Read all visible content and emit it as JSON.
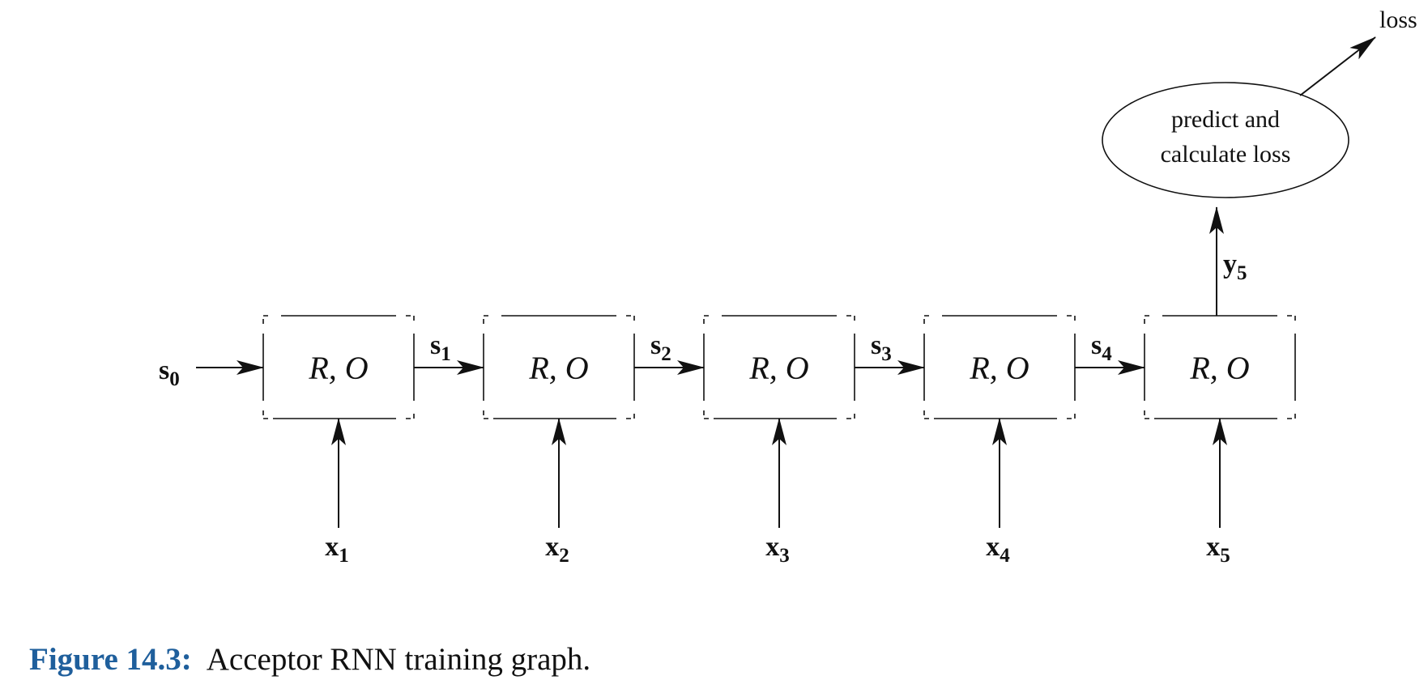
{
  "diagram": {
    "initial_state": {
      "main": "s",
      "sub": "0"
    },
    "cells": [
      {
        "label": "R, O",
        "input": {
          "main": "x",
          "sub": "1"
        },
        "state_out": {
          "main": "s",
          "sub": "1"
        }
      },
      {
        "label": "R, O",
        "input": {
          "main": "x",
          "sub": "2"
        },
        "state_out": {
          "main": "s",
          "sub": "2"
        }
      },
      {
        "label": "R, O",
        "input": {
          "main": "x",
          "sub": "3"
        },
        "state_out": {
          "main": "s",
          "sub": "3"
        }
      },
      {
        "label": "R, O",
        "input": {
          "main": "x",
          "sub": "4"
        },
        "state_out": {
          "main": "s",
          "sub": "4"
        }
      },
      {
        "label": "R, O",
        "input": {
          "main": "x",
          "sub": "5"
        },
        "state_out": null
      }
    ],
    "output": {
      "main": "y",
      "sub": "5"
    },
    "predict_node": {
      "line1": "predict and",
      "line2": "calculate loss"
    },
    "loss_label": "loss"
  },
  "caption": {
    "label": "Figure 14.3:",
    "text": "Acceptor RNN training graph.",
    "label_color": "#1f5f9c"
  }
}
